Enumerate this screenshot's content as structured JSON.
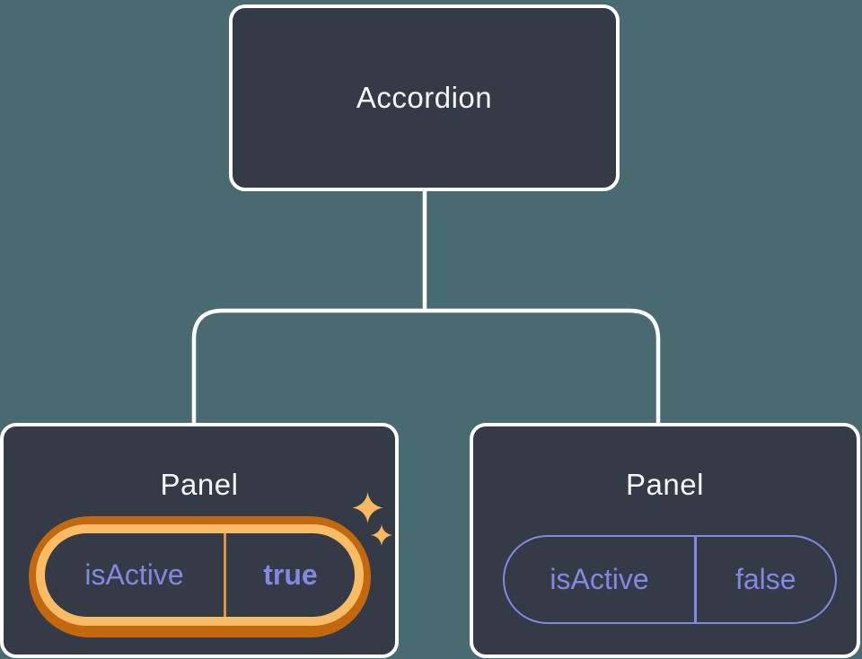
{
  "diagram": {
    "root": {
      "label": "Accordion"
    },
    "panels": [
      {
        "label": "Panel",
        "prop_name": "isActive",
        "prop_value": "true",
        "state": "active",
        "highlight": "orange-glow-with-sparkles"
      },
      {
        "label": "Panel",
        "prop_name": "isActive",
        "prop_value": "false",
        "state": "inactive",
        "highlight": "none"
      }
    ]
  },
  "icons": {
    "sparkles": "sparkles-icon"
  },
  "colors": {
    "canvas-bg": "#4a6a72",
    "node-bg": "#343a46",
    "node-border": "#ffffff",
    "connector": "#ffffff",
    "text-primary": "#f6f7f9",
    "purple": "#8289e2",
    "orange-dark": "#c2690f",
    "orange-light": "#f9bc64",
    "orange-divider": "#de9542",
    "sparkle": "#f7b860"
  }
}
